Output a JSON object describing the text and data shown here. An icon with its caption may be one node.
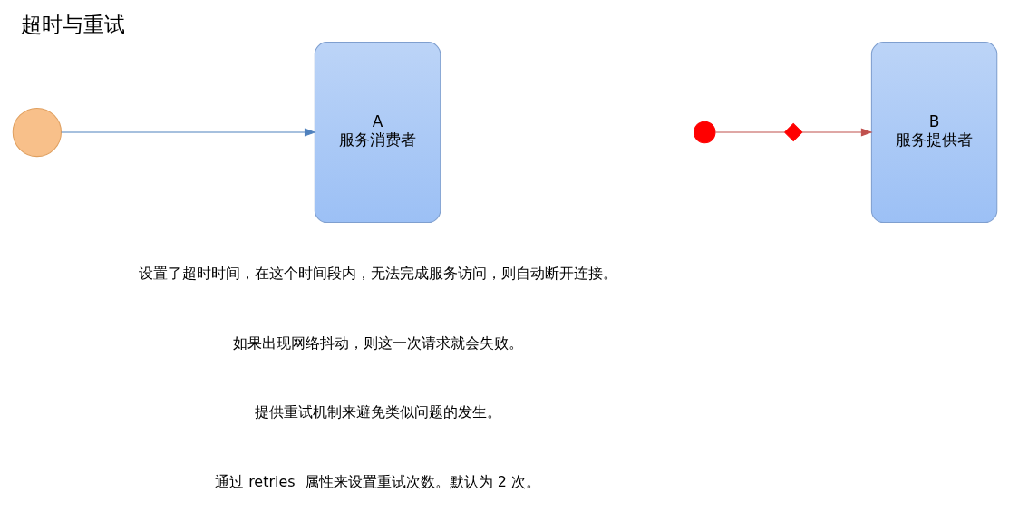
{
  "diagram": {
    "title": "超时与重试",
    "nodes": [
      {
        "text": [],
        "shape": "circle"
      },
      {
        "text": [
          "A",
          "服务消费者"
        ]
      },
      {
        "text": [],
        "shape": "circle"
      },
      {
        "text": [],
        "shape": "cross"
      },
      {
        "text": [
          "B",
          "服务提供者"
        ]
      }
    ],
    "edges": [
      {
        "from": 0,
        "to": 1,
        "arrow": "to",
        "color": "#4f81bd"
      },
      {
        "from": 2,
        "to": 3,
        "arrow": "none",
        "color": "#c0504d"
      },
      {
        "from": 3,
        "to": 4,
        "arrow": "to",
        "color": "#c0504d"
      }
    ],
    "labels": [
      "设置了超时时间，在这个时间段内，无法完成服务访问，则自动断开连接。",
      "如果出现网络抖动，则这一次请求就会失败。",
      "提供重试机制来避免类似问题的发生。",
      "通过 retries  属性来设置重试次数。默认为 2 次。"
    ]
  }
}
